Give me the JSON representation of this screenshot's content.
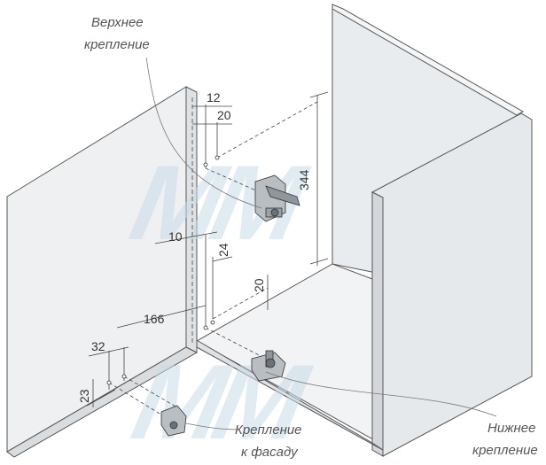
{
  "labels": {
    "top_mount_line1": "Верхнее",
    "top_mount_line2": "крепление",
    "bottom_mount_line1": "Нижнее",
    "bottom_mount_line2": "крепление",
    "facade_mount_line1": "Крепление",
    "facade_mount_line2": "к фасаду"
  },
  "dimensions": {
    "d12": "12",
    "d20_top": "20",
    "d344": "344",
    "d10": "10",
    "d24": "24",
    "d20_mid": "20",
    "d166": "166",
    "d32": "32",
    "d23": "23"
  },
  "watermark": {
    "upper": "MM",
    "lower": "MM"
  },
  "colors": {
    "panel_fill": "#eef0f2",
    "panel_edge": "#555555",
    "watermark": "#c8dce8"
  }
}
